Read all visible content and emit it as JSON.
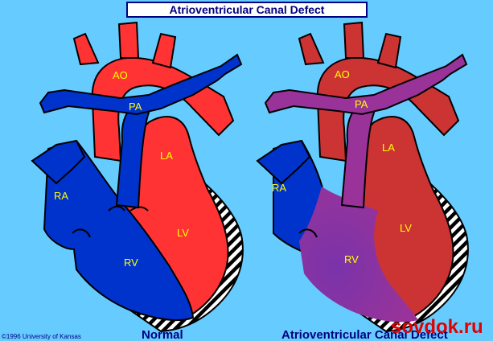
{
  "title": "Atrioventricular Canal Defect",
  "labels": {
    "ao": "AO",
    "pa": "PA",
    "la": "LA",
    "ra": "RA",
    "lv": "LV",
    "rv": "RV"
  },
  "captions": {
    "normal": "Normal",
    "defect": "Atrioventricular Canal Defect"
  },
  "copyright": "©1996 University of Kansas",
  "watermark": "sovdok.ru",
  "colors": {
    "background": "#66ccff",
    "oxygenated": "#ff3333",
    "deoxygenated": "#0033cc",
    "mixed": "#993399",
    "defect_red": "#cc3333",
    "caption": "#000080",
    "label": "#ffff00",
    "watermark": "#e30000"
  }
}
